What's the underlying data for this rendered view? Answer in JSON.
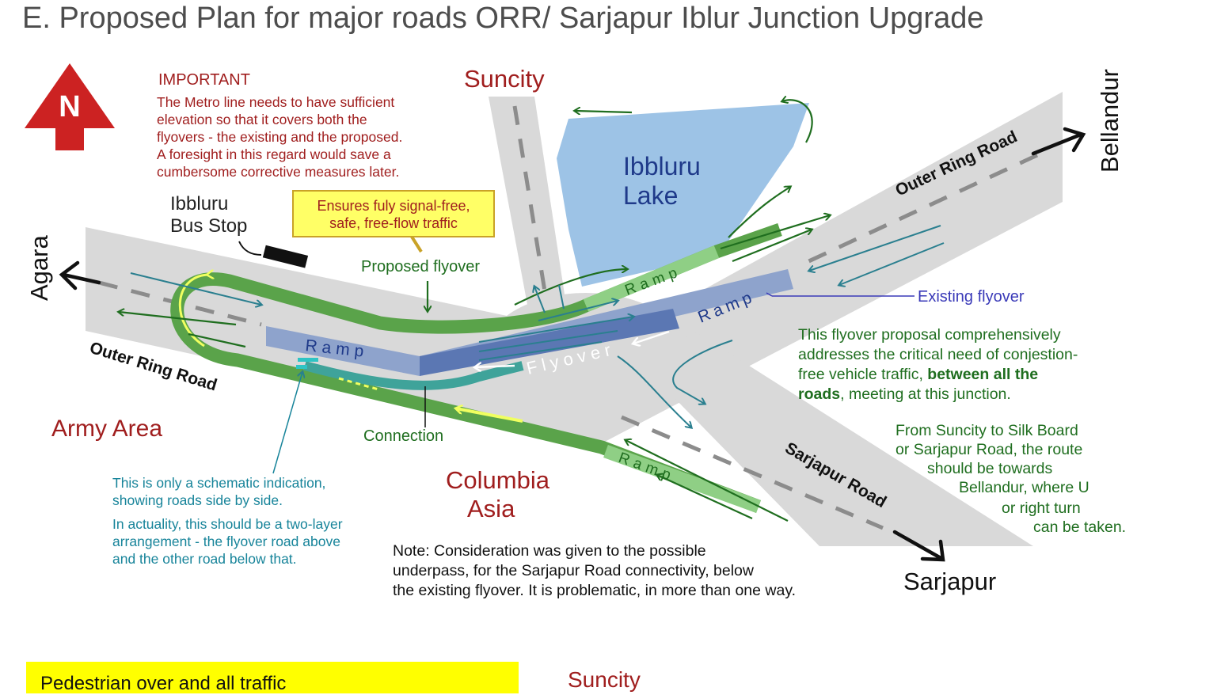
{
  "title": "E. Proposed Plan for major roads ORR/ Sarjapur Iblur Junction Upgrade",
  "compass": "N",
  "important": {
    "heading": "IMPORTANT",
    "lines": [
      "The Metro line needs to have sufficient",
      "elevation so that it covers both the",
      "flyovers - the existing and the proposed.",
      "A foresight in this regard would save a",
      "cumbersome corrective measures later."
    ]
  },
  "places": {
    "suncity": "Suncity",
    "bellandur": "Bellandur",
    "agara": "Agara",
    "sarjapur": "Sarjapur",
    "army_area": "Army Area",
    "columbia_1": "Columbia",
    "columbia_2": "Asia",
    "lake_1": "Ibbluru",
    "lake_2": "Lake",
    "bus_stop_1": "Ibbluru",
    "bus_stop_2": "Bus Stop"
  },
  "roads": {
    "orr_east": "Outer Ring Road",
    "orr_west": "Outer Ring Road",
    "sarjapur_road": "Sarjapur Road"
  },
  "signal_free_box": [
    "Ensures fuly signal-free,",
    "safe, free-flow traffic"
  ],
  "labels": {
    "proposed_flyover": "Proposed flyover",
    "existing_flyover": "Existing flyover",
    "connection": "Connection",
    "flyover": "Flyover",
    "ramp": "Ramp"
  },
  "proposal_note": {
    "line1": "This flyover proposal comprehensively",
    "line2": "addresses the critical need of conjestion-",
    "line3a": "free vehicle traffic, ",
    "line3b": "between all the",
    "line4a": "roads",
    "line4b": ", meeting at this junction."
  },
  "route_note": [
    "From Suncity to Silk Board",
    "or Sarjapur Road, the route",
    "should be towards",
    "Bellandur, where U",
    "or right turn",
    "can be taken."
  ],
  "schematic_note": {
    "line1": "This is only a schematic indication,",
    "line2": "showing roads side by side.",
    "line3": "In actuality, this should be a two-layer",
    "line4": "arrangement - the flyover road above",
    "line5": "and the other road below that."
  },
  "underpass_note": [
    "Note: Consideration was given to the possible",
    "underpass, for the Sarjapur Road connectivity, below",
    "the existing flyover. It is problematic, in more than one way."
  ],
  "bottom": {
    "strip_text": "Pedestrian over and all traffic",
    "suncity": "Suncity"
  },
  "colors": {
    "road": "#d9d9d9",
    "lake": "#9dc3e6",
    "proposed_flyover": "#5aa34a",
    "ramp_light": "#8fcf85",
    "existing_flyover": "#8ea3cc",
    "existing_core": "#5b77b3",
    "connection": "#3fa39a",
    "place_red": "#a01e1e",
    "note_green": "#1f6e1f",
    "note_teal": "#17849a",
    "callout_yellow": "#ffff66"
  }
}
